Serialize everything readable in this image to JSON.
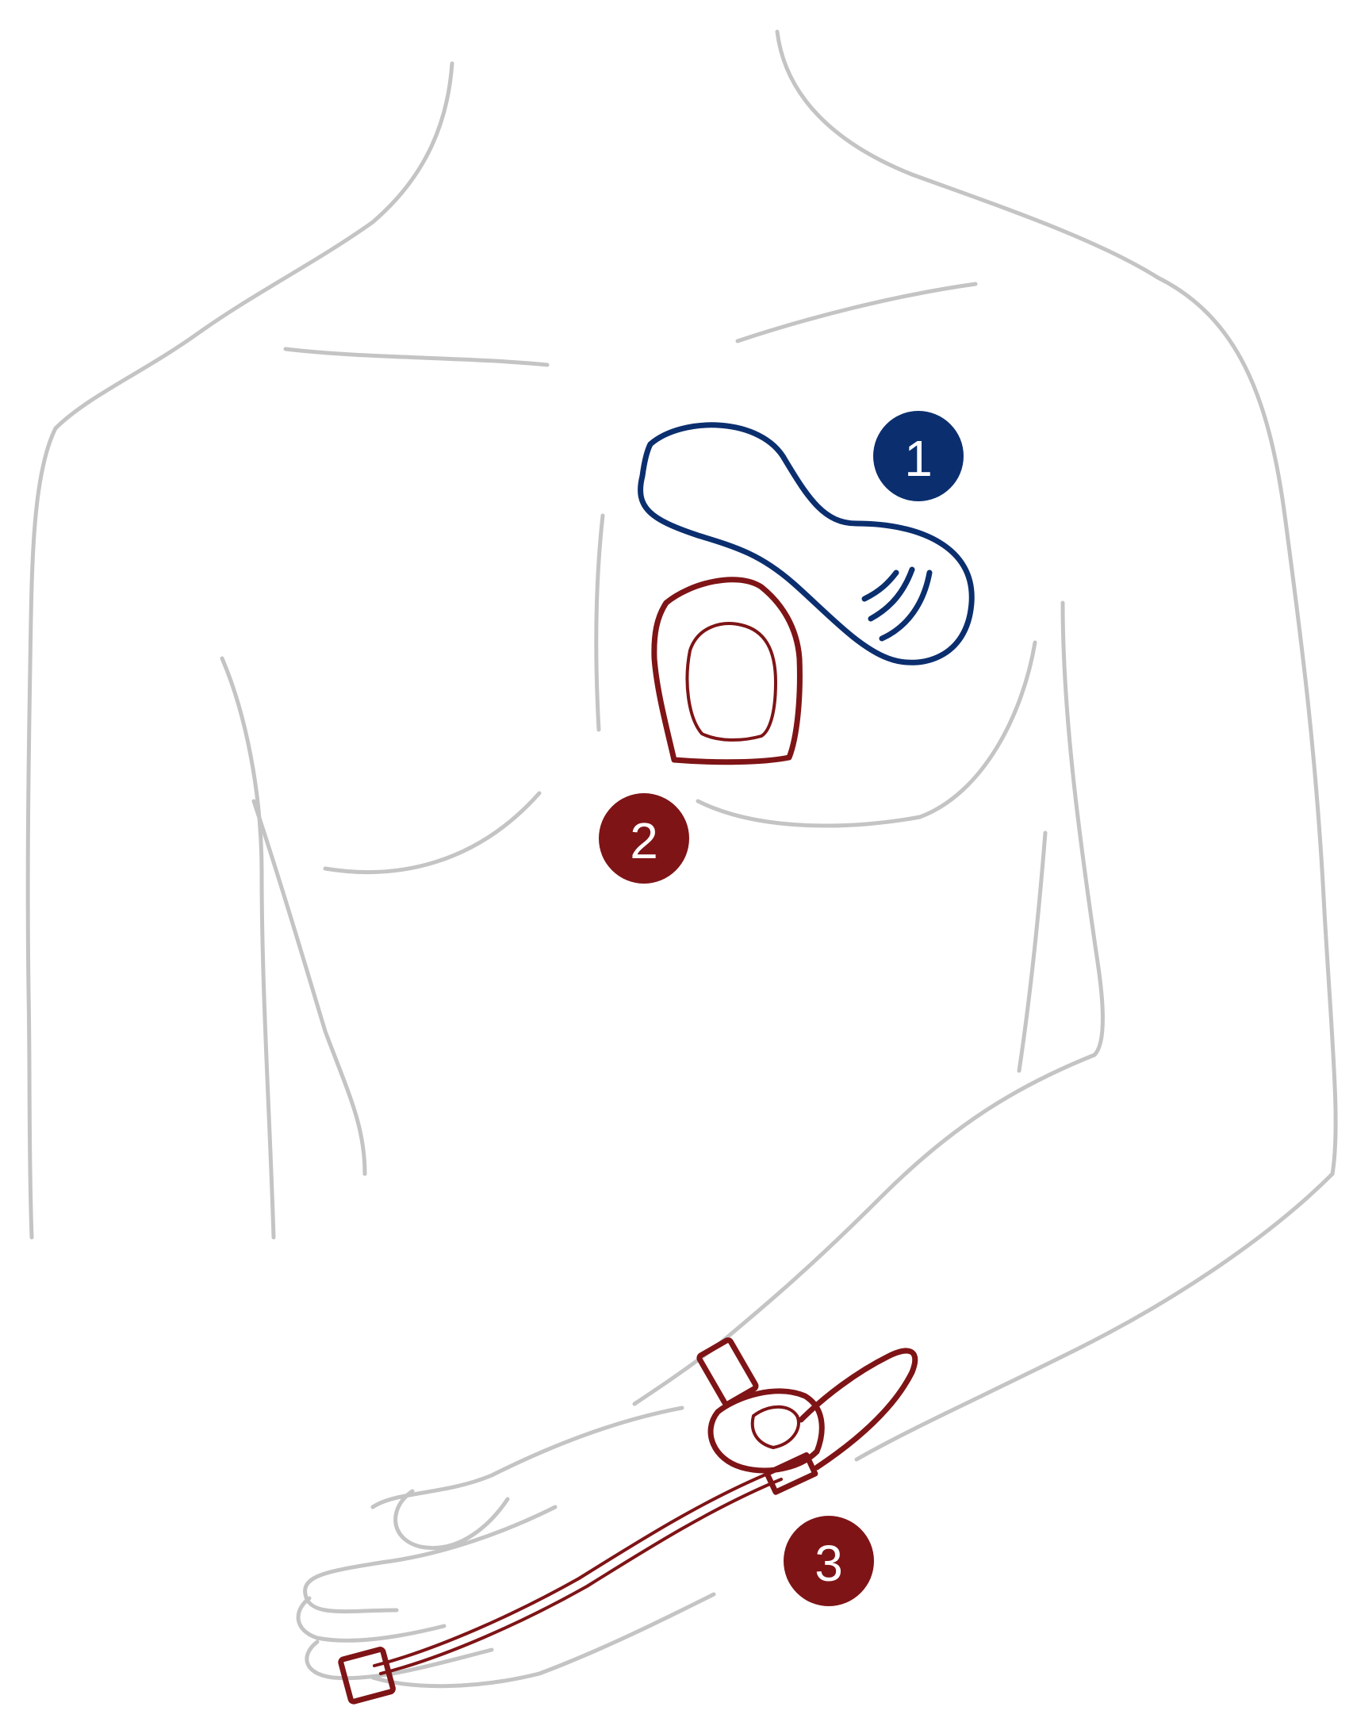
{
  "colors": {
    "outline": "#c4c4c4",
    "device_1": "#0b2f6e",
    "device_2": "#7e1416",
    "device_3": "#7e1416",
    "badge_text": "#ffffff"
  },
  "markers": [
    {
      "number": "1",
      "color": "#0b2f6e",
      "component": "blue-patch-icon"
    },
    {
      "number": "2",
      "color": "#7e1416",
      "component": "red-pad-icon"
    },
    {
      "number": "3",
      "color": "#7e1416",
      "component": "wrist-sensor-icon"
    }
  ]
}
